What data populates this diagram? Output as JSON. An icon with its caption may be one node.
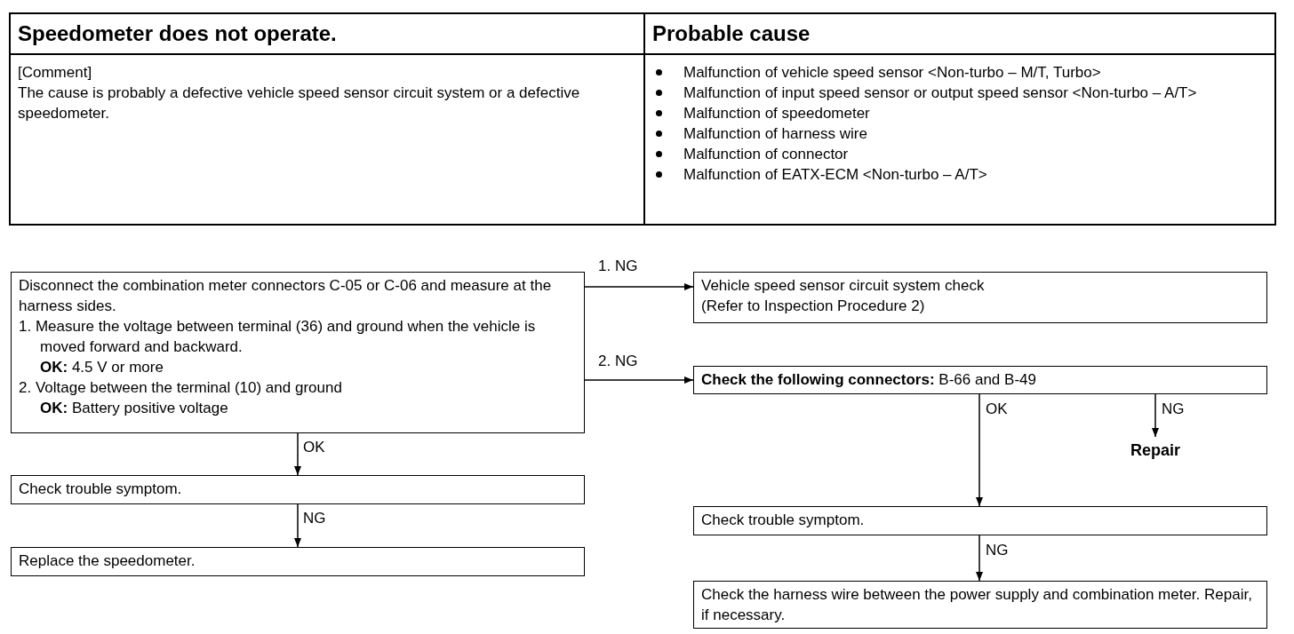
{
  "diagram": {
    "nodes": [
      {
        "text": [
          "Disconnect the combination meter connectors C-05 or C-06 and measure at the harness sides.",
          "1. Measure the voltage between terminal (36) and ground when the vehicle is moved forward and backward.",
          "**OK:** 4.5 V or more",
          "2. Voltage between the terminal (10) and ground",
          "**OK:** Battery positive voltage"
        ]
      },
      {
        "text": [
          "Vehicle speed sensor circuit system check",
          "(Refer to Inspection Procedure 2)"
        ]
      },
      {
        "text": [
          "**Check the following connectors:** B-66 and B-49"
        ]
      },
      {
        "text": [
          "Repair"
        ]
      },
      {
        "text": [
          "Check trouble symptom."
        ]
      },
      {
        "text": [
          "Replace the speedometer."
        ]
      },
      {
        "text": [
          "Check trouble symptom."
        ]
      },
      {
        "text": [
          "Check the harness wire between the power supply and combination meter. Repair, if necessary."
        ]
      }
    ],
    "edges": [
      {
        "from": 0,
        "to": 1,
        "arrow": "to",
        "label": "1. NG"
      },
      {
        "from": 0,
        "to": 2,
        "arrow": "to",
        "label": "2. NG"
      },
      {
        "from": 0,
        "to": 4,
        "arrow": "to",
        "label": "OK"
      },
      {
        "from": 4,
        "to": 5,
        "arrow": "to",
        "label": "NG"
      },
      {
        "from": 2,
        "to": 6,
        "arrow": "to",
        "label": "OK"
      },
      {
        "from": 2,
        "to": 3,
        "arrow": "to",
        "label": "NG"
      },
      {
        "from": 6,
        "to": 7,
        "arrow": "to",
        "label": "NG"
      }
    ],
    "labels": [
      "Speedometer does not operate.",
      "Probable cause",
      "[Comment]",
      "The cause is probably a defective vehicle speed sensor circuit system or a defective speedometer.",
      "Malfunction of vehicle speed sensor <Non-turbo – M/T, Turbo>",
      "Malfunction of input speed sensor or output speed sensor <Non-turbo – A/T>",
      "Malfunction of speedometer",
      "Malfunction of harness wire",
      "Malfunction of connector",
      "Malfunction of EATX-ECM <Non-turbo – A/T>"
    ]
  }
}
